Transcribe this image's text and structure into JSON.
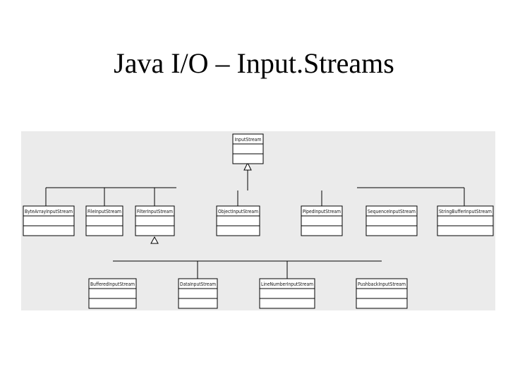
{
  "slide": {
    "title": "Java I/O – Input.Streams"
  },
  "diagram": {
    "root": "InputStream",
    "level1": [
      "ByteArrayInputStream",
      "FileInputStream",
      "FilterInputStream",
      "ObjectInputStream",
      "PipedInputStream",
      "SequenceInputStream",
      "StringBufferInputStream"
    ],
    "level2": [
      "BufferedInputStream",
      "DataInputStream",
      "LineNumberInputStream",
      "PushbackInputStream"
    ]
  }
}
